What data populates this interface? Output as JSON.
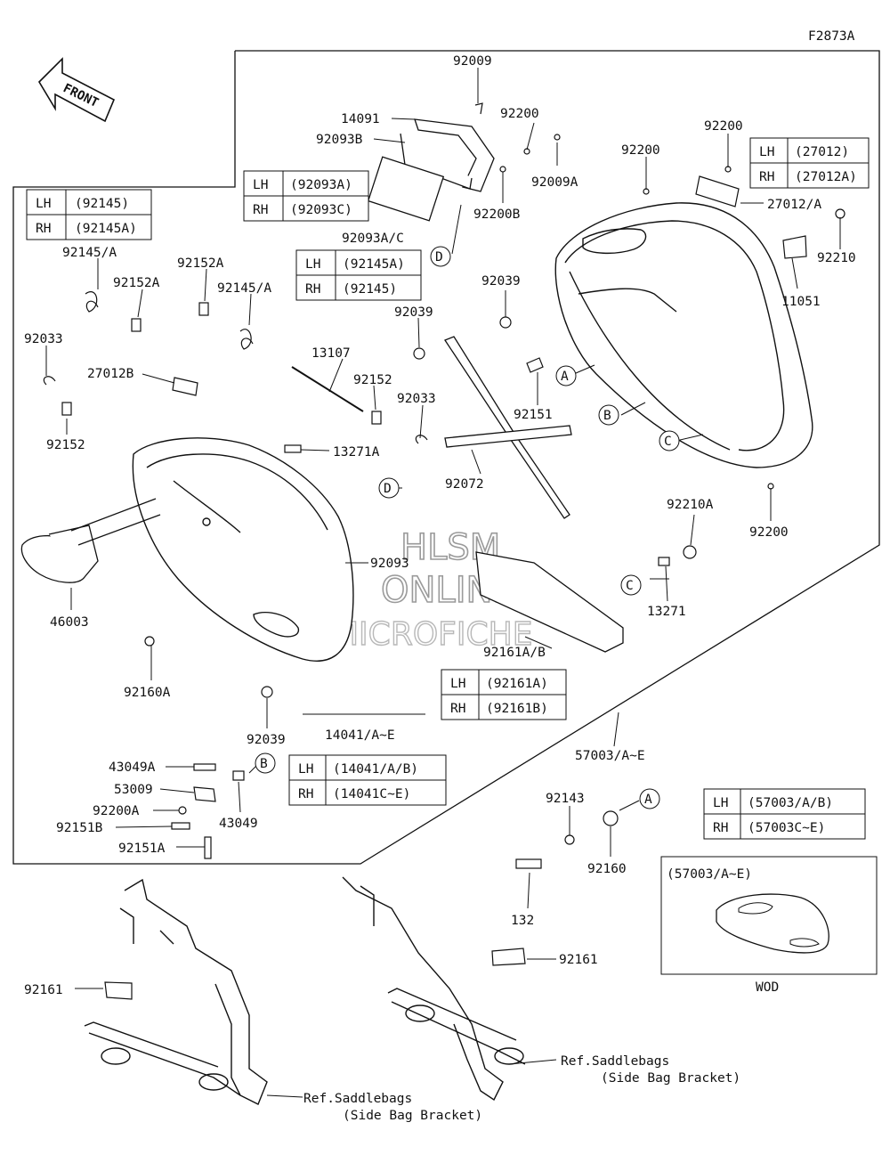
{
  "figure_code": "F2873A",
  "front_label": "FRONT",
  "watermark": [
    "HLSM",
    "ONLINE",
    "MICROFICHE"
  ],
  "wod_label": "WOD",
  "wod_box_title": "(57003/A~E)",
  "callout_letters": [
    "A",
    "B",
    "C",
    "D"
  ],
  "part_numbers": {
    "p92009": "92009",
    "p14091": "14091",
    "p92093B": "92093B",
    "p92200_top": "92200",
    "p92009A": "92009A",
    "p92200B": "92200B",
    "p92093AC": "92093A/C",
    "p92200_mid": "92200",
    "p92200_right": "92200",
    "p27012A": "27012/A",
    "p92210": "92210",
    "p11051": "11051",
    "p92145A_l": "92145/A",
    "p92152A_l": "92152A",
    "p92152A_m": "92152A",
    "p92145A_m": "92145/A",
    "p92033_l": "92033",
    "p27012B": "27012B",
    "p92152_l": "92152",
    "p13107": "13107",
    "p92152_m": "92152",
    "p92033_m": "92033",
    "p13271A": "13271A",
    "p92039_a": "92039",
    "p92039_b": "92039",
    "p92151": "92151",
    "p92072": "92072",
    "p92200_bot": "92200",
    "p92210A": "92210A",
    "p13271": "13271",
    "p92093": "92093",
    "p46003": "46003",
    "p92161AB": "92161A/B",
    "p92160A": "92160A",
    "p92039_c": "92039",
    "p14041": "14041/A~E",
    "p57003": "57003/A~E",
    "p43049A": "43049A",
    "p53009": "53009",
    "p92200A": "92200A",
    "p43049": "43049",
    "p92151B": "92151B",
    "p92151A": "92151A",
    "p92143": "92143",
    "p92160": "92160",
    "p132": "132",
    "p92161_r": "92161",
    "p92161_l": "92161"
  },
  "references": {
    "right_line1": "Ref.Saddlebags",
    "right_line2": "(Side Bag Bracket)",
    "left_line1": "Ref.Saddlebags",
    "left_line2": "(Side Bag Bracket)"
  },
  "tables": {
    "t92145": {
      "rows": [
        {
          "side": "LH",
          "part": "(92145)"
        },
        {
          "side": "RH",
          "part": "(92145A)"
        }
      ]
    },
    "t92093": {
      "rows": [
        {
          "side": "LH",
          "part": "(92093A)"
        },
        {
          "side": "RH",
          "part": "(92093C)"
        }
      ]
    },
    "t92145b": {
      "rows": [
        {
          "side": "LH",
          "part": "(92145A)"
        },
        {
          "side": "RH",
          "part": "(92145)"
        }
      ]
    },
    "t27012": {
      "rows": [
        {
          "side": "LH",
          "part": "(27012)"
        },
        {
          "side": "RH",
          "part": "(27012A)"
        }
      ]
    },
    "t92161": {
      "rows": [
        {
          "side": "LH",
          "part": "(92161A)"
        },
        {
          "side": "RH",
          "part": "(92161B)"
        }
      ]
    },
    "t14041": {
      "rows": [
        {
          "side": "LH",
          "part": "(14041/A/B)"
        },
        {
          "side": "RH",
          "part": "(14041C~E)"
        }
      ]
    },
    "t57003": {
      "rows": [
        {
          "side": "LH",
          "part": "(57003/A/B)"
        },
        {
          "side": "RH",
          "part": "(57003C~E)"
        }
      ]
    }
  }
}
